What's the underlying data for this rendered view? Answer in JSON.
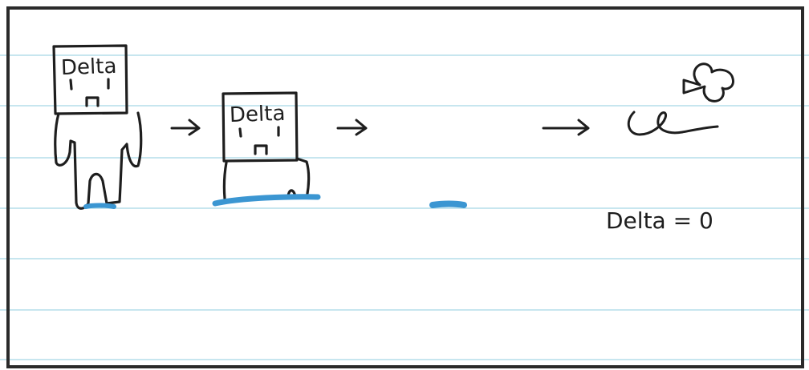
{
  "figures": [
    {
      "label": "Delta"
    },
    {
      "label": "Delta"
    }
  ],
  "equation": "Delta = 0",
  "colors": {
    "ink": "#1e1e1e",
    "puddle": "#3b96d2",
    "ruled_line": "#c7e6ef",
    "border": "#2a2a2a"
  }
}
